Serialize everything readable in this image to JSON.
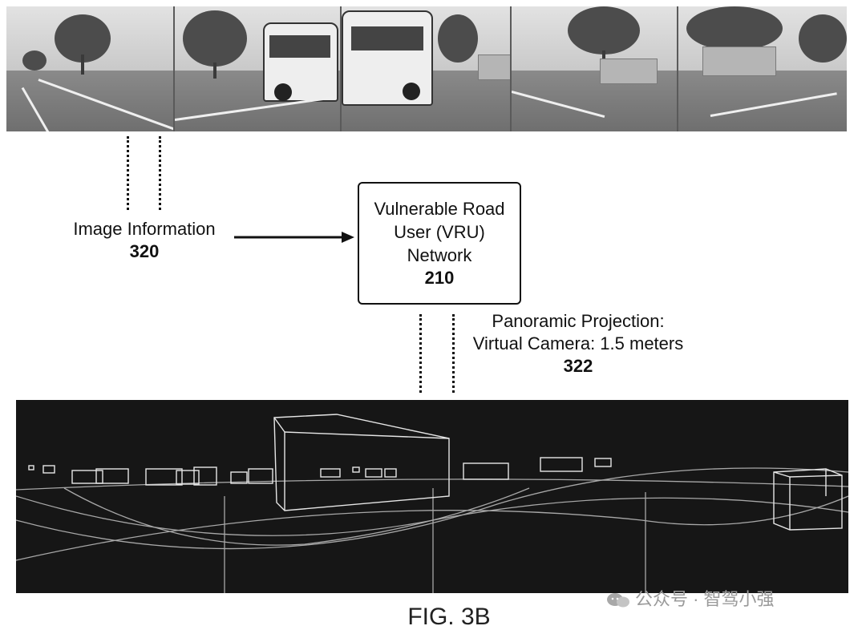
{
  "image_info": {
    "label": "Image Information",
    "ref": "320"
  },
  "network_box": {
    "line1": "Vulnerable Road",
    "line2": "User (VRU)",
    "line3": "Network",
    "ref": "210"
  },
  "projection": {
    "line1": "Panoramic Projection:",
    "line2": "Virtual Camera: 1.5 meters",
    "ref": "322"
  },
  "figure_caption": "FIG. 3B",
  "watermark": "公众号 · 智驾小强",
  "colors": {
    "wireframe_bg": "#161616",
    "wireframe_lines": "#d9d9d9",
    "ink": "#111111"
  },
  "icons": [
    "chat-bubbles-icon"
  ]
}
